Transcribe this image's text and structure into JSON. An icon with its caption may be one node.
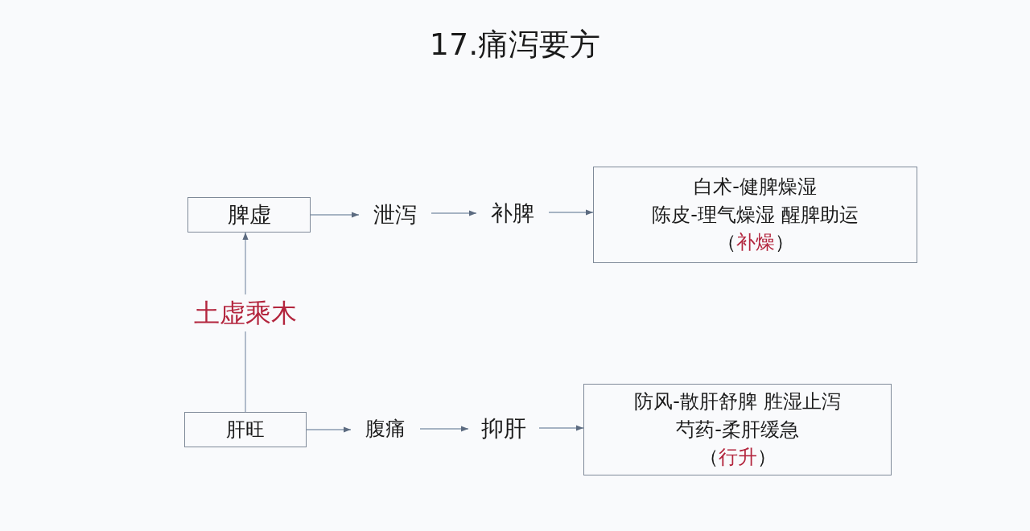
{
  "diagram": {
    "title": "17.痛泻要方",
    "nodes": [
      {
        "text": [
          "脾虚"
        ]
      },
      {
        "text": [
          "泄泻"
        ]
      },
      {
        "text": [
          "补脾"
        ]
      },
      {
        "text": [
          "白术-健脾燥湿",
          "陈皮-理气燥湿 醒脾助运",
          "（补燥）"
        ]
      },
      {
        "text": [
          "肝旺"
        ]
      },
      {
        "text": [
          "腹痛"
        ]
      },
      {
        "text": [
          "抑肝"
        ]
      },
      {
        "text": [
          "防风-散肝舒脾 胜湿止泻",
          "芍药-柔肝缓急",
          "（行升）"
        ]
      }
    ],
    "edges": [
      {
        "from": 0,
        "to": 1,
        "arrow": "to"
      },
      {
        "from": 1,
        "to": 2,
        "arrow": "to"
      },
      {
        "from": 2,
        "to": 3,
        "arrow": "to"
      },
      {
        "from": 4,
        "to": 5,
        "arrow": "to"
      },
      {
        "from": 5,
        "to": 6,
        "arrow": "to"
      },
      {
        "from": 6,
        "to": 7,
        "arrow": "to"
      },
      {
        "from": 4,
        "to": 0,
        "arrow": "to",
        "label": "土虚乘木"
      }
    ]
  }
}
